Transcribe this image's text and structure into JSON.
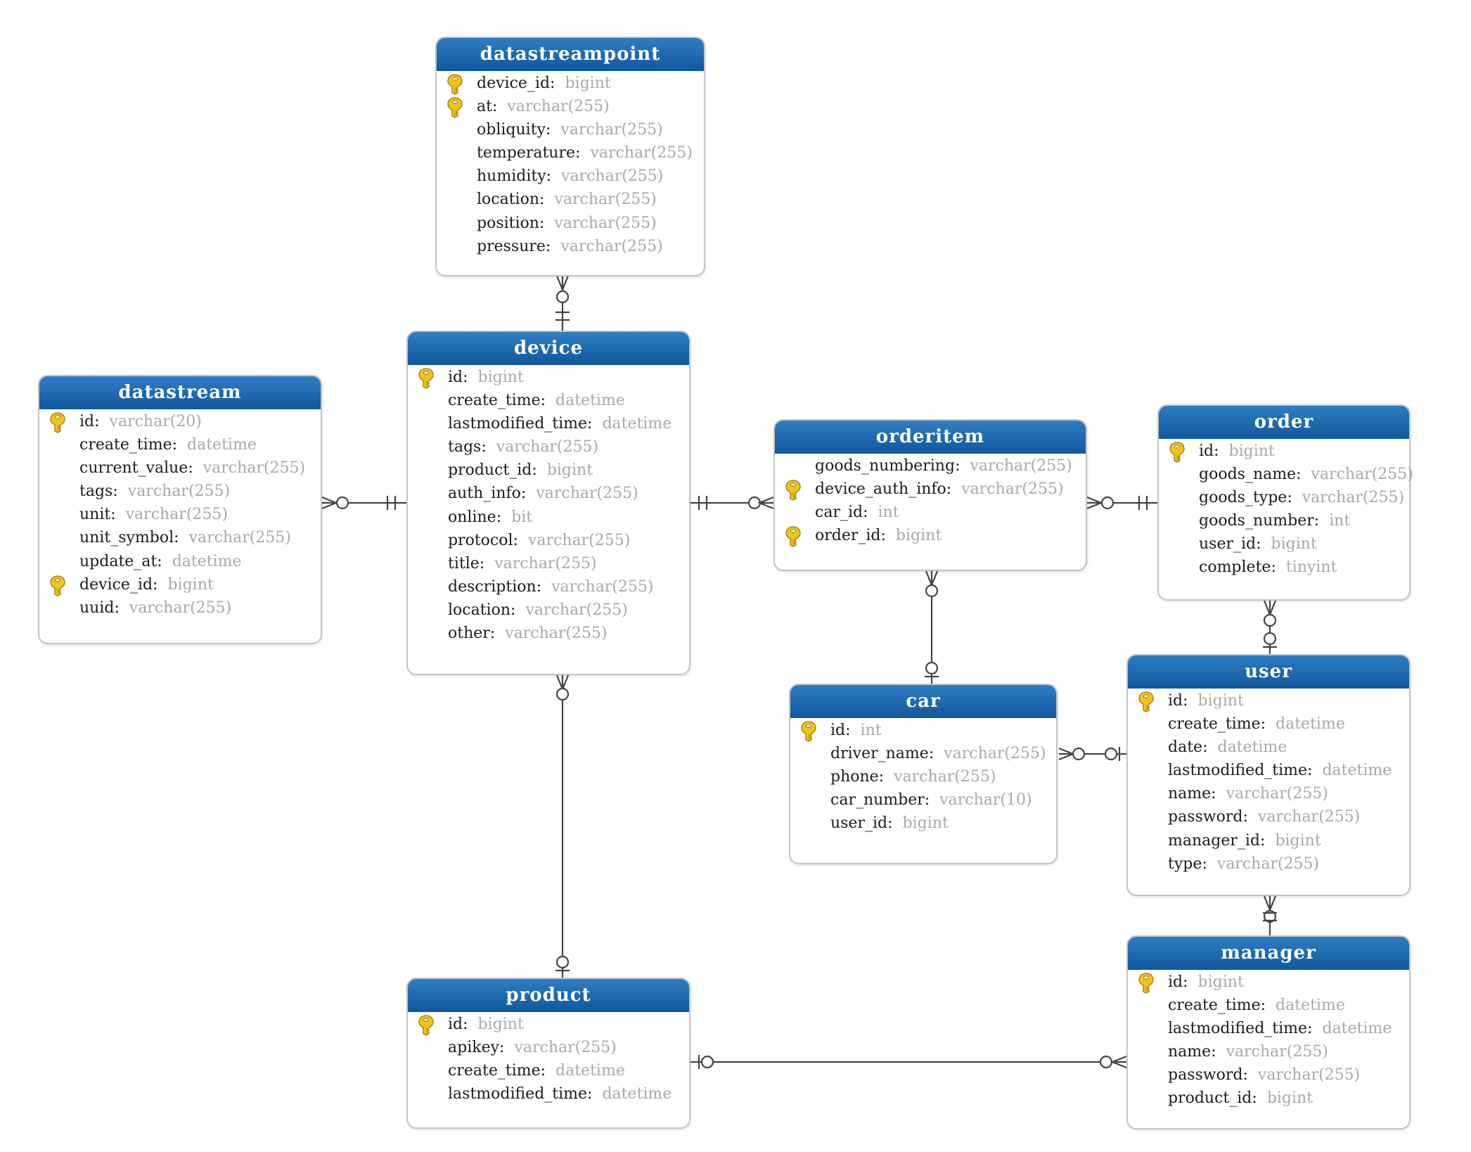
{
  "colors": {
    "header_top": "#2f7dc3",
    "header_bottom": "#11589c",
    "field_name": "#1c1c1c",
    "field_type": "#a9a9a9",
    "key_icon": "#f0c419",
    "connector": "#444444"
  },
  "tables": {
    "datastreampoint": {
      "name": "datastreampoint",
      "fields": [
        {
          "name": "device_id",
          "type": "bigint",
          "key": true
        },
        {
          "name": "at",
          "type": "varchar(255)",
          "key": true
        },
        {
          "name": "obliquity",
          "type": "varchar(255)",
          "key": false
        },
        {
          "name": "temperature",
          "type": "varchar(255)",
          "key": false
        },
        {
          "name": "humidity",
          "type": "varchar(255)",
          "key": false
        },
        {
          "name": "location",
          "type": "varchar(255)",
          "key": false
        },
        {
          "name": "position",
          "type": "varchar(255)",
          "key": false
        },
        {
          "name": "pressure",
          "type": "varchar(255)",
          "key": false
        }
      ]
    },
    "device": {
      "name": "device",
      "fields": [
        {
          "name": "id",
          "type": "bigint",
          "key": true
        },
        {
          "name": "create_time",
          "type": "datetime",
          "key": false
        },
        {
          "name": "lastmodified_time",
          "type": "datetime",
          "key": false
        },
        {
          "name": "tags",
          "type": "varchar(255)",
          "key": false
        },
        {
          "name": "product_id",
          "type": "bigint",
          "key": false
        },
        {
          "name": "auth_info",
          "type": "varchar(255)",
          "key": false
        },
        {
          "name": "online",
          "type": "bit",
          "key": false
        },
        {
          "name": "protocol",
          "type": "varchar(255)",
          "key": false
        },
        {
          "name": "title",
          "type": "varchar(255)",
          "key": false
        },
        {
          "name": "description",
          "type": "varchar(255)",
          "key": false
        },
        {
          "name": "location",
          "type": "varchar(255)",
          "key": false
        },
        {
          "name": "other",
          "type": "varchar(255)",
          "key": false
        }
      ]
    },
    "datastream": {
      "name": "datastream",
      "fields": [
        {
          "name": "id",
          "type": "varchar(20)",
          "key": true
        },
        {
          "name": "create_time",
          "type": "datetime",
          "key": false
        },
        {
          "name": "current_value",
          "type": "varchar(255)",
          "key": false
        },
        {
          "name": "tags",
          "type": "varchar(255)",
          "key": false
        },
        {
          "name": "unit",
          "type": "varchar(255)",
          "key": false
        },
        {
          "name": "unit_symbol",
          "type": "varchar(255)",
          "key": false
        },
        {
          "name": "update_at",
          "type": "datetime",
          "key": false
        },
        {
          "name": "device_id",
          "type": "bigint",
          "key": true
        },
        {
          "name": "uuid",
          "type": "varchar(255)",
          "key": false
        }
      ]
    },
    "orderitem": {
      "name": "orderitem",
      "fields": [
        {
          "name": "goods_numbering",
          "type": "varchar(255)",
          "key": false
        },
        {
          "name": "device_auth_info",
          "type": "varchar(255)",
          "key": true
        },
        {
          "name": "car_id",
          "type": "int",
          "key": false
        },
        {
          "name": "order_id",
          "type": "bigint",
          "key": true
        }
      ]
    },
    "order": {
      "name": "order",
      "fields": [
        {
          "name": "id",
          "type": "bigint",
          "key": true
        },
        {
          "name": "goods_name",
          "type": "varchar(255)",
          "key": false
        },
        {
          "name": "goods_type",
          "type": "varchar(255)",
          "key": false
        },
        {
          "name": "goods_number",
          "type": "int",
          "key": false
        },
        {
          "name": "user_id",
          "type": "bigint",
          "key": false
        },
        {
          "name": "complete",
          "type": "tinyint",
          "key": false
        }
      ]
    },
    "car": {
      "name": "car",
      "fields": [
        {
          "name": "id",
          "type": "int",
          "key": true
        },
        {
          "name": "driver_name",
          "type": "varchar(255)",
          "key": false
        },
        {
          "name": "phone",
          "type": "varchar(255)",
          "key": false
        },
        {
          "name": "car_number",
          "type": "varchar(10)",
          "key": false
        },
        {
          "name": "user_id",
          "type": "bigint",
          "key": false
        }
      ]
    },
    "user": {
      "name": "user",
      "fields": [
        {
          "name": "id",
          "type": "bigint",
          "key": true
        },
        {
          "name": "create_time",
          "type": "datetime",
          "key": false
        },
        {
          "name": "date",
          "type": "datetime",
          "key": false
        },
        {
          "name": "lastmodified_time",
          "type": "datetime",
          "key": false
        },
        {
          "name": "name",
          "type": "varchar(255)",
          "key": false
        },
        {
          "name": "password",
          "type": "varchar(255)",
          "key": false
        },
        {
          "name": "manager_id",
          "type": "bigint",
          "key": false
        },
        {
          "name": "type",
          "type": "varchar(255)",
          "key": false
        }
      ]
    },
    "product": {
      "name": "product",
      "fields": [
        {
          "name": "id",
          "type": "bigint",
          "key": true
        },
        {
          "name": "apikey",
          "type": "varchar(255)",
          "key": false
        },
        {
          "name": "create_time",
          "type": "datetime",
          "key": false
        },
        {
          "name": "lastmodified_time",
          "type": "datetime",
          "key": false
        }
      ]
    },
    "manager": {
      "name": "manager",
      "fields": [
        {
          "name": "id",
          "type": "bigint",
          "key": true
        },
        {
          "name": "create_time",
          "type": "datetime",
          "key": false
        },
        {
          "name": "lastmodified_time",
          "type": "datetime",
          "key": false
        },
        {
          "name": "name",
          "type": "varchar(255)",
          "key": false
        },
        {
          "name": "password",
          "type": "varchar(255)",
          "key": false
        },
        {
          "name": "product_id",
          "type": "bigint",
          "key": false
        }
      ]
    }
  },
  "relationships": [
    {
      "from": "device",
      "from_cardinality": "exactly-one",
      "to": "datastreampoint",
      "to_cardinality": "zero-or-many"
    },
    {
      "from": "device",
      "from_cardinality": "exactly-one",
      "to": "datastream",
      "to_cardinality": "zero-or-many"
    },
    {
      "from": "device",
      "from_cardinality": "exactly-one",
      "to": "orderitem",
      "to_cardinality": "zero-or-many"
    },
    {
      "from": "order",
      "from_cardinality": "exactly-one",
      "to": "orderitem",
      "to_cardinality": "zero-or-many"
    },
    {
      "from": "car",
      "from_cardinality": "zero-or-one",
      "to": "orderitem",
      "to_cardinality": "zero-or-many"
    },
    {
      "from": "user",
      "from_cardinality": "zero-or-one",
      "to": "order",
      "to_cardinality": "zero-or-many"
    },
    {
      "from": "user",
      "from_cardinality": "zero-or-one",
      "to": "car",
      "to_cardinality": "zero-or-many"
    },
    {
      "from": "manager",
      "from_cardinality": "exactly-one",
      "to": "user",
      "to_cardinality": "zero-or-many"
    },
    {
      "from": "product",
      "from_cardinality": "zero-or-one",
      "to": "device",
      "to_cardinality": "zero-or-many"
    },
    {
      "from": "product",
      "from_cardinality": "zero-or-one",
      "to": "manager",
      "to_cardinality": "zero-or-many"
    }
  ]
}
